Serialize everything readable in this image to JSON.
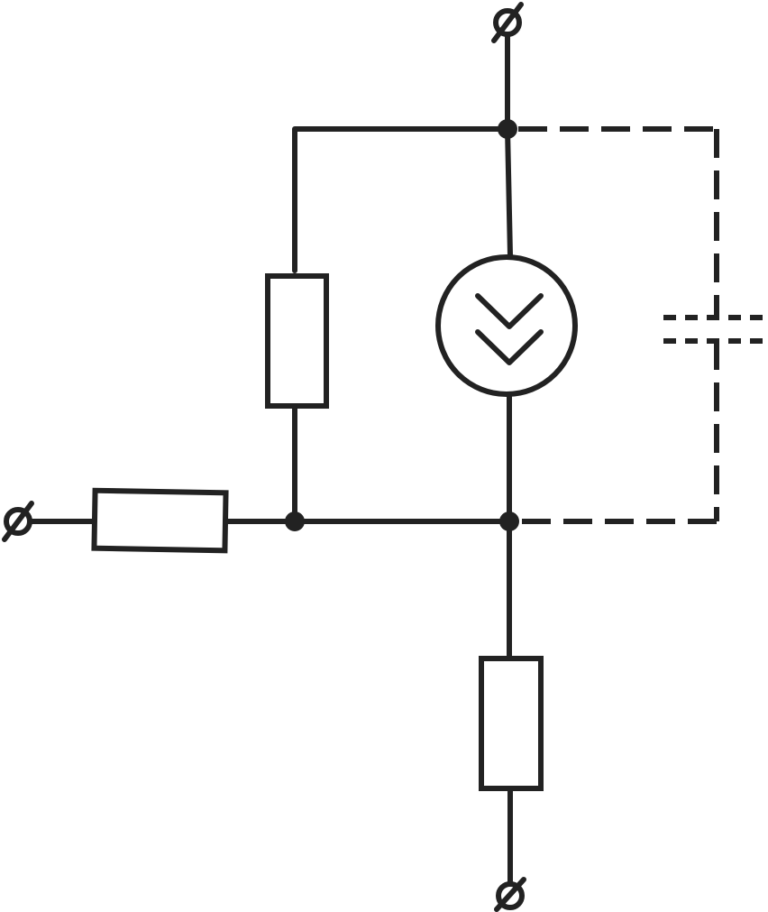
{
  "colors": {
    "line": "#222222",
    "background": "#ffffff"
  },
  "components": {
    "resistors": [
      "input-resistor",
      "shunt-resistor",
      "output-resistor"
    ],
    "source": "current-source",
    "capacitor": "parallel-capacitor",
    "terminals": [
      "terminal-left",
      "terminal-top",
      "terminal-bottom"
    ],
    "junctions": [
      "junction-top",
      "junction-mid",
      "junction-right"
    ]
  }
}
